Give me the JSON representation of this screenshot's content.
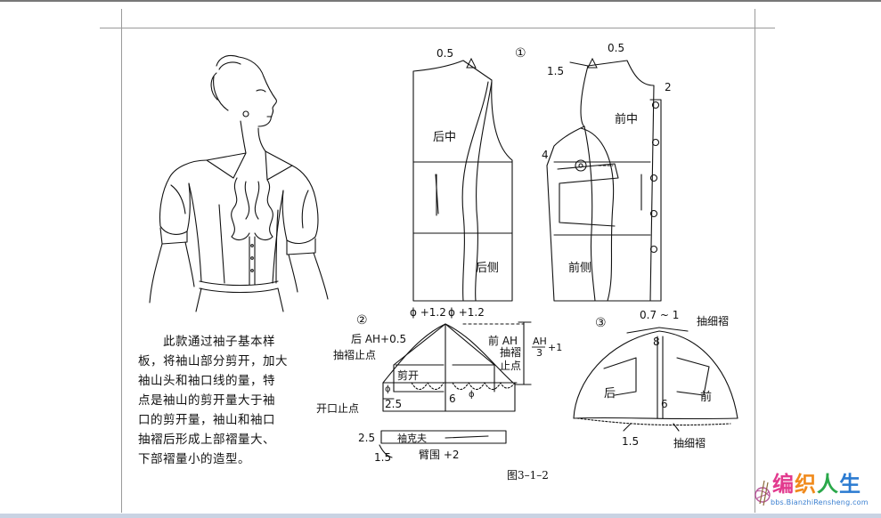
{
  "caption": {
    "lines": [
      "此款通过袖子基本样",
      "板，将袖山部分剪开，加大",
      "袖山头和袖口线的量，特",
      "点是袖山的剪开量大于袖",
      "口的剪开量，袖山和袖口",
      "抽褶后形成上部褶量大、",
      "下部褶量小的造型。"
    ]
  },
  "figure_label": "图3–1–2",
  "pattern_labels": {
    "circle1": "①",
    "circle2": "②",
    "circle3": "③",
    "back_center": "后中",
    "back_side": "后侧",
    "front_center": "前中",
    "front_side": "前侧",
    "back_shoulder": "0.5",
    "front_shoulder": "0.5",
    "triangle_back": "△",
    "triangle_front": "△",
    "neck_1_5": "1.5",
    "placket_2": "2",
    "dart_4": "4",
    "phi_back": "ϕ +1.2",
    "phi_front": "ϕ +1.2",
    "back_ah": "后 AH+0.5",
    "front_ah": "前 AH",
    "gather_stop_left": "抽褶止点",
    "gather_front": "抽褶",
    "stop_point": "止点",
    "cut_open": "剪开",
    "phi_small_left": "ϕ",
    "phi_small_right": "ϕ",
    "ah_num": "AH",
    "ah_den": "3",
    "ah_plus": "+1",
    "opening_stop": "开口止点",
    "num_2_5_a": "2.5",
    "num_6_a": "6",
    "cuff_2_5": "2.5",
    "cuff_label": "袖克夫",
    "cuff_1_5": "1.5",
    "arm_girth": "臂围 +2",
    "range_top": "0.7 ~ 1",
    "fine_gather_top": "抽细褶",
    "num_8": "8",
    "back_sleeve": "后",
    "front_sleeve": "前",
    "num_6_b": "6",
    "num_1_5_b": "1.5",
    "fine_gather_bottom": "抽细褶"
  },
  "watermark": {
    "chars": [
      "编",
      "织",
      "人",
      "生"
    ],
    "colors": [
      "#e23a8e",
      "#f08a1c",
      "#2aa84a",
      "#2b7bd1"
    ],
    "url": "bbs.BianzhiRensheng.com"
  }
}
